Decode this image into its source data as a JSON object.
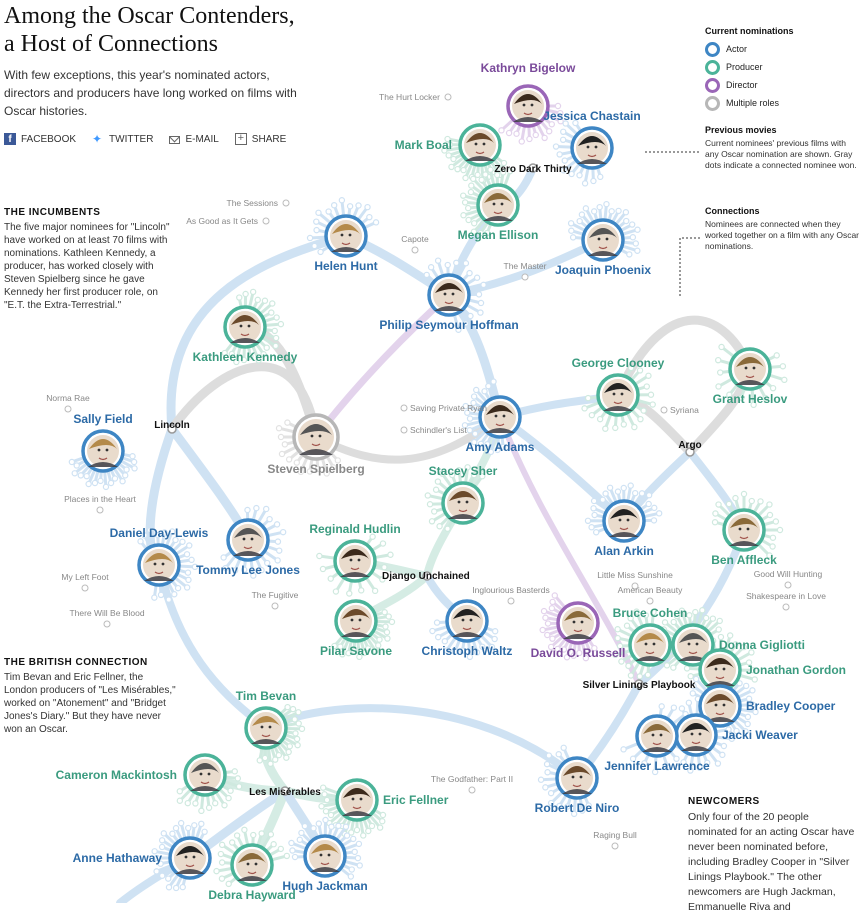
{
  "header": {
    "title_line1": "Among the Oscar Contenders,",
    "title_line2": "a Host of Connections",
    "intro": "With few exceptions, this year's nominated actors, directors and producers have long worked on films with Oscar histories."
  },
  "share": {
    "facebook": "FACEBOOK",
    "twitter": "TWITTER",
    "email": "E-MAIL",
    "share": "SHARE"
  },
  "legend": {
    "title": "Current nominations",
    "items": [
      {
        "label": "Actor",
        "color": "#3e86c4"
      },
      {
        "label": "Producer",
        "color": "#4bb399"
      },
      {
        "label": "Director",
        "color": "#9a66b7"
      },
      {
        "label": "Multiple roles",
        "color": "#b7b7b7"
      }
    ],
    "previous_title": "Previous movies",
    "previous_text": "Current nominees' previous films with any Oscar nomination are shown. Gray dots indicate a connected nominee won.",
    "connections_title": "Connections",
    "connections_text": "Nominees are connected when they worked together on a film with any Oscar nominations."
  },
  "sections": {
    "incumbents_title": "THE INCUMBENTS",
    "incumbents_text": "The five major nominees for \"Lincoln\" have worked on at least 70 films with nominations. Kathleen Kennedy, a producer, has worked closely with Steven Spielberg since he gave Kennedy her first producer role, on \"E.T. the Extra-Terrestrial.\"",
    "british_title": "THE BRITISH CONNECTION",
    "british_text": "Tim Bevan and Eric Fellner, the London producers of \"Les Misérables,\" worked on \"Atonement\" and \"Bridget Jones's Diary.\" But they have never won an Oscar.",
    "newcomers_title": "NEWCOMERS",
    "newcomers_text": "Only four of the 20 people nominated for an acting Oscar have never been nominated before, including Bradley Cooper in \"Silver Linings Playbook.\" The other newcomers are Hugh Jackman, Emmanuelle Riva and"
  },
  "colors": {
    "actor": "#3e86c4",
    "producer": "#4bb399",
    "director": "#9a66b7",
    "multiple": "#b7b7b7",
    "actor_label": "#2c6aa6",
    "producer_label": "#3a9b7f",
    "director_label": "#7a4a9a",
    "multiple_label": "#888888"
  },
  "nominees": [
    {
      "name": "Kathryn Bigelow",
      "role": "director"
    },
    {
      "name": "Mark Boal",
      "role": "producer"
    },
    {
      "name": "Jessica Chastain",
      "role": "actor"
    },
    {
      "name": "Megan Ellison",
      "role": "producer"
    },
    {
      "name": "Helen Hunt",
      "role": "actor"
    },
    {
      "name": "Joaquin Phoenix",
      "role": "actor"
    },
    {
      "name": "Philip Seymour Hoffman",
      "role": "actor"
    },
    {
      "name": "Kathleen Kennedy",
      "role": "producer"
    },
    {
      "name": "George Clooney",
      "role": "producer"
    },
    {
      "name": "Grant Heslov",
      "role": "producer"
    },
    {
      "name": "Sally Field",
      "role": "actor"
    },
    {
      "name": "Steven Spielberg",
      "role": "multiple"
    },
    {
      "name": "Amy Adams",
      "role": "actor"
    },
    {
      "name": "Stacey Sher",
      "role": "producer"
    },
    {
      "name": "Alan Arkin",
      "role": "actor"
    },
    {
      "name": "Ben Affleck",
      "role": "producer"
    },
    {
      "name": "Daniel Day-Lewis",
      "role": "actor"
    },
    {
      "name": "Tommy Lee Jones",
      "role": "actor"
    },
    {
      "name": "Reginald Hudlin",
      "role": "producer"
    },
    {
      "name": "Pilar Savone",
      "role": "producer"
    },
    {
      "name": "Christoph Waltz",
      "role": "actor"
    },
    {
      "name": "David O. Russell",
      "role": "director"
    },
    {
      "name": "Bruce Cohen",
      "role": "producer"
    },
    {
      "name": "Donna Gigliotti",
      "role": "producer"
    },
    {
      "name": "Jonathan Gordon",
      "role": "producer"
    },
    {
      "name": "Bradley Cooper",
      "role": "actor"
    },
    {
      "name": "Jacki Weaver",
      "role": "actor"
    },
    {
      "name": "Jennifer Lawrence",
      "role": "actor"
    },
    {
      "name": "Tim Bevan",
      "role": "producer"
    },
    {
      "name": "Cameron Mackintosh",
      "role": "producer"
    },
    {
      "name": "Eric Fellner",
      "role": "producer"
    },
    {
      "name": "Robert De Niro",
      "role": "actor"
    },
    {
      "name": "Anne Hathaway",
      "role": "actor"
    },
    {
      "name": "Debra Hayward",
      "role": "producer"
    },
    {
      "name": "Hugh Jackman",
      "role": "actor"
    }
  ],
  "current_films": [
    {
      "title": "Zero Dark Thirty"
    },
    {
      "title": "Lincoln"
    },
    {
      "title": "Argo"
    },
    {
      "title": "Django Unchained"
    },
    {
      "title": "Silver Linings Playbook"
    },
    {
      "title": "Les Misérables"
    }
  ],
  "previous_films": [
    {
      "title": "The Hurt Locker"
    },
    {
      "title": "The Sessions"
    },
    {
      "title": "As Good as It Gets"
    },
    {
      "title": "Capote"
    },
    {
      "title": "The Master"
    },
    {
      "title": "Norma Rae"
    },
    {
      "title": "Saving Private Ryan"
    },
    {
      "title": "Schindler's List"
    },
    {
      "title": "Syriana"
    },
    {
      "title": "Places in the Heart"
    },
    {
      "title": "My Left Foot"
    },
    {
      "title": "There Will Be Blood"
    },
    {
      "title": "The Fugitive"
    },
    {
      "title": "Inglourious Basterds"
    },
    {
      "title": "Little Miss Sunshine"
    },
    {
      "title": "American Beauty"
    },
    {
      "title": "Good Will Hunting"
    },
    {
      "title": "Shakespeare in Love"
    },
    {
      "title": "The Godfather: Part II"
    },
    {
      "title": "Raging Bull"
    }
  ]
}
